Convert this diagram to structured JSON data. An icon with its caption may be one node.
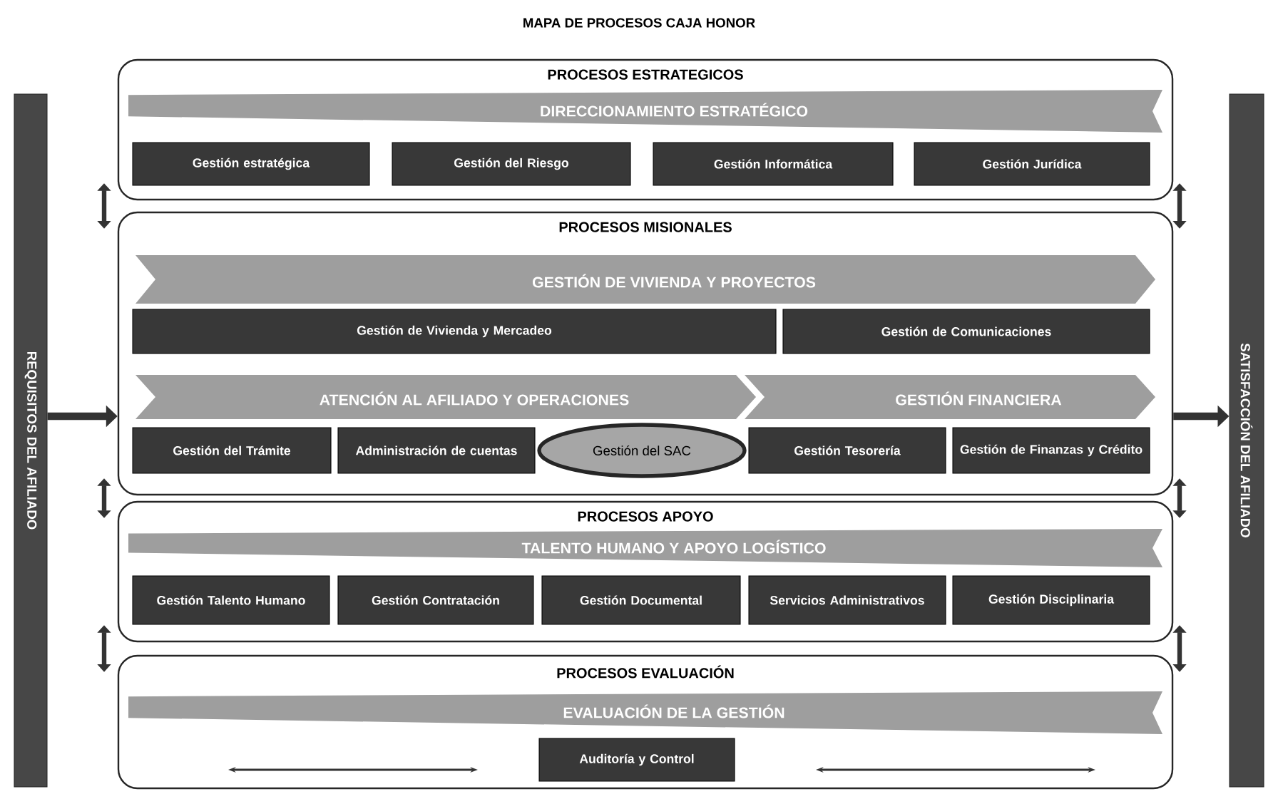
{
  "diagram": {
    "title": "MAPA DE PROCESOS CAJA HONOR",
    "nodes": [
      {
        "text": [
          "REQUISITOS DEL AFILIADO"
        ]
      },
      {
        "text": [
          "PROCESOS ESTRATEGICOS"
        ]
      },
      {
        "text": [
          "DIRECCIONAMIENTO ESTRATÉGICO"
        ],
        "in": 1
      },
      {
        "text": [
          "Gestión estratégica"
        ],
        "in": 1
      },
      {
        "text": [
          "Gestión del Riesgo"
        ],
        "in": 1
      },
      {
        "text": [
          "Gestión Informática"
        ],
        "in": 1
      },
      {
        "text": [
          "Gestión Jurídica"
        ],
        "in": 1
      },
      {
        "text": [
          "PROCESOS MISIONALES"
        ]
      },
      {
        "text": [
          "GESTIÓN DE VIVIENDA Y PROYECTOS"
        ],
        "in": 7
      },
      {
        "text": [
          "Gestión de Vivienda y Mercadeo"
        ],
        "in": 7
      },
      {
        "text": [
          "Gestión de Comunicaciones"
        ],
        "in": 7
      },
      {
        "text": [
          "ATENCIÓN AL AFILIADO Y OPERACIONES"
        ],
        "in": 7
      },
      {
        "text": [
          "GESTIÓN FINANCIERA"
        ],
        "in": 7
      },
      {
        "text": [
          "Gestión del Trámite"
        ],
        "in": 7
      },
      {
        "text": [
          "Administración de cuentas"
        ],
        "in": 7
      },
      {
        "text": [
          "Gestión del SAC"
        ],
        "in": 7
      },
      {
        "text": [
          "Gestión Tesorería"
        ],
        "in": 7
      },
      {
        "text": [
          "Gestión de Finanzas y Crédito"
        ],
        "in": 7
      },
      {
        "text": [
          "PROCESOS APOYO"
        ]
      },
      {
        "text": [
          "TALENTO HUMANO Y APOYO LOGÍSTICO"
        ],
        "in": 18
      },
      {
        "text": [
          "Gestión Talento Humano"
        ],
        "in": 18
      },
      {
        "text": [
          "Gestión Contratación"
        ],
        "in": 18
      },
      {
        "text": [
          "Gestión Documental"
        ],
        "in": 18
      },
      {
        "text": [
          "Servicios Administrativos"
        ],
        "in": 18
      },
      {
        "text": [
          "Gestión Disciplinaria"
        ],
        "in": 18
      },
      {
        "text": [
          "PROCESOS EVALUACIÓN"
        ]
      },
      {
        "text": [
          "EVALUACIÓN DE LA GESTIÓN"
        ],
        "in": 25
      },
      {
        "text": [
          "Auditoría y Control"
        ],
        "in": 25
      },
      {
        "text": [
          "SATISFACCIÓN DEL AFILIADO"
        ]
      }
    ],
    "edges": [
      {
        "from": 1,
        "to": 7,
        "arrow": "both"
      },
      {
        "from": 1,
        "to": 7,
        "arrow": "both"
      },
      {
        "from": 7,
        "to": 18,
        "arrow": "both"
      },
      {
        "from": 7,
        "to": 18,
        "arrow": "both"
      },
      {
        "from": 18,
        "to": 25,
        "arrow": "both"
      },
      {
        "from": 18,
        "to": 25,
        "arrow": "both"
      },
      {
        "from": 0,
        "to": 7,
        "arrow": "to"
      },
      {
        "from": 7,
        "to": 28,
        "arrow": "to"
      }
    ]
  }
}
